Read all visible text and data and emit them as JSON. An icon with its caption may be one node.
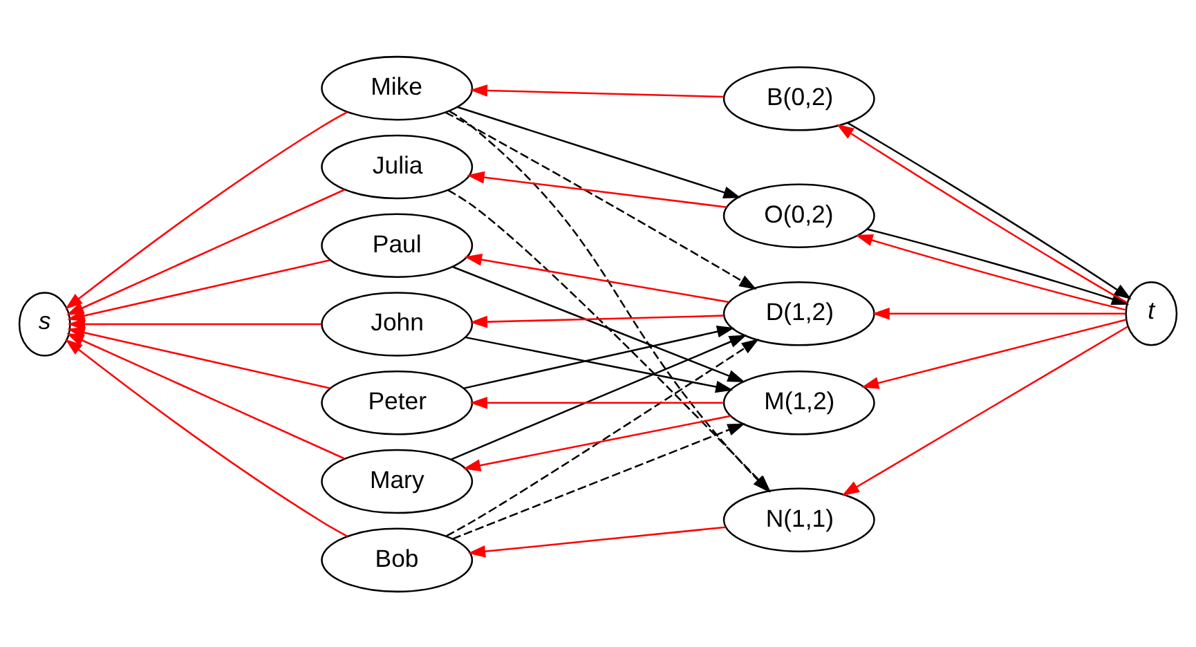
{
  "diagram": {
    "nodes": [
      {
        "text": [
          "s"
        ]
      },
      {
        "text": [
          "Peter"
        ]
      },
      {
        "text": [
          "Paul"
        ]
      },
      {
        "text": [
          "Mary"
        ]
      },
      {
        "text": [
          "John"
        ]
      },
      {
        "text": [
          "Bob"
        ]
      },
      {
        "text": [
          "Mike"
        ]
      },
      {
        "text": [
          "Julia"
        ]
      },
      {
        "text": [
          "M(1,2)"
        ]
      },
      {
        "text": [
          "D(1,2)"
        ]
      },
      {
        "text": [
          "N(1,1)"
        ]
      },
      {
        "text": [
          "B(0,2)"
        ]
      },
      {
        "text": [
          "O(0,2)"
        ]
      },
      {
        "text": [
          "t"
        ]
      }
    ],
    "edges": [
      {
        "from": 1,
        "to": 0,
        "arrow": "to"
      },
      {
        "from": 2,
        "to": 0,
        "arrow": "to"
      },
      {
        "from": 3,
        "to": 0,
        "arrow": "to"
      },
      {
        "from": 4,
        "to": 0,
        "arrow": "to"
      },
      {
        "from": 5,
        "to": 0,
        "arrow": "to"
      },
      {
        "from": 6,
        "to": 0,
        "arrow": "to"
      },
      {
        "from": 7,
        "to": 0,
        "arrow": "to"
      },
      {
        "from": 8,
        "to": 1,
        "arrow": "to"
      },
      {
        "from": 9,
        "to": 2,
        "arrow": "to"
      },
      {
        "from": 8,
        "to": 3,
        "arrow": "to"
      },
      {
        "from": 9,
        "to": 4,
        "arrow": "to"
      },
      {
        "from": 10,
        "to": 5,
        "arrow": "to"
      },
      {
        "from": 11,
        "to": 6,
        "arrow": "to"
      },
      {
        "from": 12,
        "to": 7,
        "arrow": "to"
      },
      {
        "from": 1,
        "to": 9,
        "arrow": "to",
        "color": "#000000"
      },
      {
        "from": 2,
        "to": 8,
        "arrow": "to",
        "color": "#000000"
      },
      {
        "from": 3,
        "to": 9,
        "arrow": "to",
        "color": "#000000"
      },
      {
        "from": 4,
        "to": 8,
        "arrow": "to",
        "color": "#000000"
      },
      {
        "from": 5,
        "to": 8,
        "arrow": "to",
        "style": "dashed",
        "color": "#000000"
      },
      {
        "from": 5,
        "to": 9,
        "arrow": "to",
        "style": "dashed",
        "color": "#000000"
      },
      {
        "from": 6,
        "to": 9,
        "arrow": "to",
        "style": "dashed",
        "color": "#000000"
      },
      {
        "from": 6,
        "to": 10,
        "arrow": "to",
        "style": "dashed",
        "color": "#000000"
      },
      {
        "from": 7,
        "to": 10,
        "arrow": "to",
        "style": "dashed",
        "color": "#000000"
      },
      {
        "from": 6,
        "to": 12,
        "arrow": "to",
        "color": "#000000"
      },
      {
        "from": 13,
        "to": 8,
        "arrow": "to"
      },
      {
        "from": 13,
        "to": 9,
        "arrow": "to"
      },
      {
        "from": 13,
        "to": 10,
        "arrow": "to"
      },
      {
        "from": 13,
        "to": 11,
        "arrow": "to"
      },
      {
        "from": 13,
        "to": 12,
        "arrow": "to"
      },
      {
        "from": 11,
        "to": 13,
        "arrow": "to",
        "color": "#000000"
      },
      {
        "from": 12,
        "to": 13,
        "arrow": "to",
        "color": "#000000"
      }
    ]
  }
}
